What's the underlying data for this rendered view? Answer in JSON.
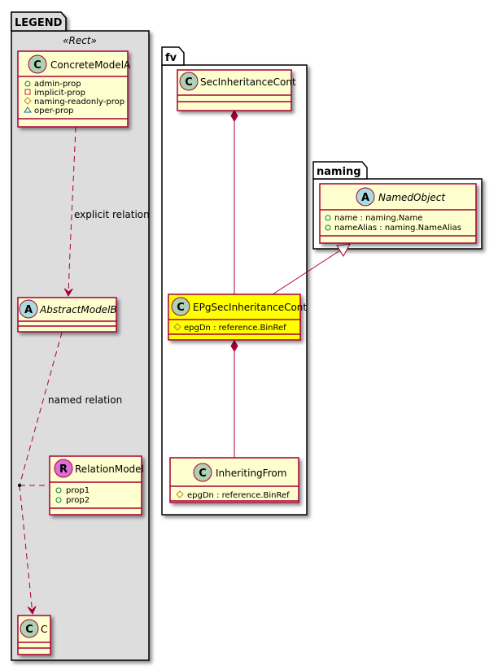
{
  "packages": {
    "legend": {
      "name": "LEGEND",
      "stereotype": "«Rect»"
    },
    "fv": {
      "name": "fv"
    },
    "naming": {
      "name": "naming"
    }
  },
  "classes": {
    "concrete_model_a": {
      "kind": "C",
      "name": "ConcreteModelA",
      "abstract": false,
      "attributes": [
        {
          "visibility": "public",
          "icon": "circle-icon",
          "text": "admin-prop"
        },
        {
          "visibility": "private",
          "icon": "square-icon",
          "text": "implicit-prop"
        },
        {
          "visibility": "protected",
          "icon": "diamond-icon",
          "text": "naming-readonly-prop"
        },
        {
          "visibility": "package",
          "icon": "triangle-icon",
          "text": "oper-prop"
        }
      ]
    },
    "abstract_model_b": {
      "kind": "A",
      "name": "AbstractModelB",
      "abstract": true,
      "attributes": []
    },
    "relation_model": {
      "kind": "R",
      "name": "RelationModel",
      "abstract": false,
      "attributes": [
        {
          "visibility": "public",
          "icon": "circle-icon",
          "text": "prop1"
        },
        {
          "visibility": "public",
          "icon": "circle-icon",
          "text": "prop2"
        }
      ]
    },
    "c": {
      "kind": "C",
      "name": "C",
      "abstract": false,
      "attributes": []
    },
    "sec_inheritance_cont": {
      "kind": "C",
      "name": "SecInheritanceCont",
      "abstract": false,
      "attributes": []
    },
    "epg_sec_inheritance_cont": {
      "kind": "C",
      "name": "EPgSecInheritanceCont",
      "abstract": false,
      "highlighted": true,
      "attributes": [
        {
          "visibility": "protected",
          "icon": "diamond-icon",
          "text": "epgDn : reference.BinRef"
        }
      ]
    },
    "inheriting_from": {
      "kind": "C",
      "name": "InheritingFrom",
      "abstract": false,
      "attributes": [
        {
          "visibility": "protected",
          "icon": "diamond-icon",
          "text": "epgDn : reference.BinRef"
        }
      ]
    },
    "named_object": {
      "kind": "A",
      "name": "NamedObject",
      "abstract": true,
      "attributes": [
        {
          "visibility": "public",
          "icon": "circle-icon",
          "text": "name : naming.Name"
        },
        {
          "visibility": "public",
          "icon": "circle-icon",
          "text": "nameAlias : naming.NameAlias"
        }
      ]
    }
  },
  "relations": [
    {
      "from": "ConcreteModelA",
      "to": "AbstractModelB",
      "type": "dependency",
      "label": "explicit relation"
    },
    {
      "from": "AbstractModelB",
      "to": "C",
      "type": "dependency",
      "label": "named relation",
      "association_class": "RelationModel"
    },
    {
      "from": "SecInheritanceCont",
      "to": "EPgSecInheritanceCont",
      "type": "composition",
      "label": ""
    },
    {
      "from": "EPgSecInheritanceCont",
      "to": "InheritingFrom",
      "type": "composition",
      "label": ""
    },
    {
      "from": "EPgSecInheritanceCont",
      "to": "NamedObject",
      "type": "generalization",
      "label": ""
    }
  ],
  "colors": {
    "class_fill": "#FEFECE",
    "class_border": "#A80036",
    "highlight_fill": "#FFFF00",
    "legend_fill": "#DDDDDD",
    "circle_c": "#ADD1B2",
    "circle_a": "#A9DCDF",
    "circle_r": "#DA70D6",
    "vis_public": "#038048",
    "vis_private": "#C82930",
    "vis_protected": "#B38D22",
    "vis_package": "#1963A0"
  }
}
